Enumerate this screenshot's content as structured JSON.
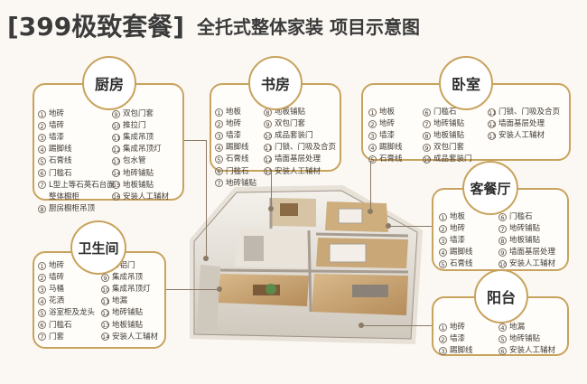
{
  "header": {
    "title": "[399极致套餐]",
    "subtitle": "全托式整体家装 项目示意图"
  },
  "rooms": {
    "kitchen": {
      "name": "厨房",
      "col1": [
        "地砖",
        "墙砖",
        "墙漆",
        "踢脚线",
        "石膏线",
        "门槛石",
        "L型上等石英石台面",
        "整体橱柜",
        "厨房橱柜吊顶"
      ],
      "col1_nums": [
        "1",
        "2",
        "3",
        "4",
        "5",
        "6",
        "7",
        "",
        "8"
      ],
      "col2": [
        "双包门套",
        "推拉门",
        "集成吊顶",
        "集成吊顶灯",
        "包水管",
        "地砖铺贴",
        "地板铺贴",
        "安装人工辅材"
      ],
      "col2_nums": [
        "9",
        "10",
        "11",
        "12",
        "13",
        "14",
        "15",
        "16"
      ]
    },
    "study": {
      "name": "书房",
      "col1": [
        "地板",
        "地砖",
        "墙漆",
        "踢脚线",
        "石膏线",
        "门槛石",
        "地砖铺贴"
      ],
      "col1_nums": [
        "1",
        "2",
        "3",
        "4",
        "5",
        "6",
        "7"
      ],
      "col2": [
        "地板铺贴",
        "双包门套",
        "成品套装门",
        "门锁、门吸及合页",
        "墙面基层处理",
        "安装人工辅材"
      ],
      "col2_nums": [
        "8",
        "9",
        "10",
        "11",
        "12",
        "13"
      ]
    },
    "bedroom": {
      "name": "卧室",
      "col1": [
        "地板",
        "地砖",
        "墙漆",
        "踢脚线",
        "石膏线"
      ],
      "col1_nums": [
        "1",
        "2",
        "3",
        "4",
        "5"
      ],
      "col2": [
        "门槛石",
        "地砖铺贴",
        "地板铺贴",
        "双包门套",
        "成品套装门"
      ],
      "col2_nums": [
        "6",
        "7",
        "8",
        "9",
        "10"
      ],
      "col3": [
        "门锁、门吸及合页",
        "墙面基层处理",
        "安装人工辅材"
      ],
      "col3_nums": [
        "11",
        "12",
        "13"
      ]
    },
    "living": {
      "name": "客餐厅",
      "col1": [
        "地板",
        "地砖",
        "墙漆",
        "踢脚线",
        "石膏线"
      ],
      "col1_nums": [
        "1",
        "2",
        "3",
        "4",
        "5"
      ],
      "col2": [
        "门槛石",
        "地砖铺贴",
        "地板铺贴",
        "墙面基层处理",
        "安装人工辅材"
      ],
      "col2_nums": [
        "6",
        "7",
        "8",
        "9",
        "10"
      ]
    },
    "bathroom": {
      "name": "卫生间",
      "col1": [
        "地砖",
        "墙砖",
        "马桶",
        "花洒",
        "浴室柜及龙头",
        "门槛石",
        "门套"
      ],
      "col1_nums": [
        "1",
        "2",
        "3",
        "4",
        "5",
        "6",
        "7"
      ],
      "col2": [
        "彩铝门",
        "集成吊顶",
        "集成吊顶灯",
        "地漏",
        "地砖铺贴",
        "地板铺贴",
        "安装人工辅材"
      ],
      "col2_nums": [
        "8",
        "9",
        "10",
        "11",
        "12",
        "13",
        "14"
      ]
    },
    "balcony": {
      "name": "阳台",
      "col1": [
        "地砖",
        "墙漆",
        "踢脚线"
      ],
      "col1_nums": [
        "1",
        "2",
        "3"
      ],
      "col2": [
        "地漏",
        "地砖铺贴",
        "安装人工辅材"
      ],
      "col2_nums": [
        "4",
        "5",
        "6"
      ]
    }
  },
  "colors": {
    "accent": "#c8a35e",
    "title": "#3b3b3b"
  }
}
